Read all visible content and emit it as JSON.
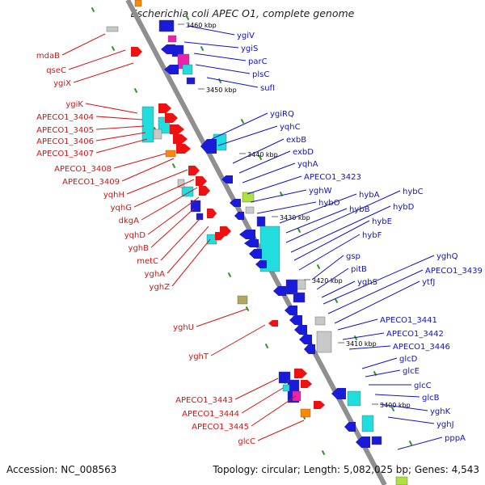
{
  "title": "Escherichia coli APEC O1, complete genome",
  "footer": {
    "accession": "Accession: NC_008563",
    "topology": "Topology: circular; Length: 5,082,025 bp; Genes: 4,543"
  },
  "colors": {
    "backbone": "#8f8f8f",
    "red_label": "#dd1111",
    "blue_label": "#1111cc",
    "feature_red": "#ee1111",
    "feature_blue": "#1a1ad9",
    "feature_cyan": "#22dddd",
    "feature_magenta": "#ee22aa",
    "feature_orange": "#ff8800",
    "feature_gray": "#c8c8c8",
    "feature_olive": "#b0a860",
    "feature_lime": "#aee040",
    "dot_green": "#2a9a2a"
  },
  "kbp_ticks": [
    "3460 kbp",
    "3450 kbp",
    "3440 kbp",
    "3430 kbp",
    "3420 kbp",
    "3410 kbp",
    "3400 kbp"
  ],
  "left_genes": [
    "mdaB",
    "qseC",
    "ygiX",
    "ygiK",
    "APECO1_3404",
    "APECO1_3405",
    "APECO1_3406",
    "APECO1_3407",
    "APECO1_3408",
    "APECO1_3409",
    "yqhH",
    "yqhG",
    "dkgA",
    "yqhD",
    "yghB",
    "metC",
    "yghA",
    "yghZ",
    "yghU",
    "yghT",
    "APECO1_3443",
    "APECO1_3444",
    "APECO1_3445",
    "glcC"
  ],
  "right_genes": [
    "ygiV",
    "ygiS",
    "parC",
    "plsC",
    "sufI",
    "ygiRQ",
    "yqhC",
    "exbB",
    "exbD",
    "yqhA",
    "APECO1_3423",
    "yghW",
    "hybO",
    "hybA",
    "hybB",
    "hybC",
    "hybD",
    "hybE",
    "hybF",
    "gsp",
    "pitB",
    "yghS",
    "yghQ",
    "APECO1_3439",
    "ytfJ",
    "APECO1_3441",
    "APECO1_3442",
    "APECO1_3446",
    "glcD",
    "glcE",
    "glcC",
    "glcB",
    "yghK",
    "yghJ",
    "pppA"
  ]
}
